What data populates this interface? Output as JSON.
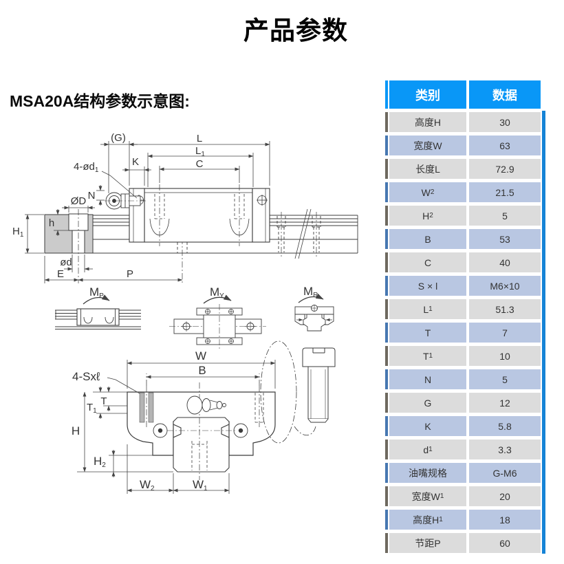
{
  "page": {
    "title": "产品参数",
    "section_heading": "MSA20A结构参数示意图:"
  },
  "table": {
    "headers": [
      "类别",
      "数据"
    ],
    "rows": [
      {
        "label": "高度H",
        "sub": "",
        "value": "30"
      },
      {
        "label": "宽度W",
        "sub": "",
        "value": "63"
      },
      {
        "label": "长度L",
        "sub": "",
        "value": "72.9"
      },
      {
        "label": "W",
        "sub": "2",
        "value": "21.5"
      },
      {
        "label": "H",
        "sub": "2",
        "value": "5"
      },
      {
        "label": "B",
        "sub": "",
        "value": "53"
      },
      {
        "label": "C",
        "sub": "",
        "value": "40"
      },
      {
        "label": "S × l",
        "sub": "",
        "value": "M6×10"
      },
      {
        "label": "L",
        "sub": "1",
        "value": "51.3"
      },
      {
        "label": "T",
        "sub": "",
        "value": "7"
      },
      {
        "label": "T",
        "sub": "1",
        "value": "10"
      },
      {
        "label": "N",
        "sub": "",
        "value": "5"
      },
      {
        "label": "G",
        "sub": "",
        "value": "12"
      },
      {
        "label": "K",
        "sub": "",
        "value": "5.8"
      },
      {
        "label": "d",
        "sub": "1",
        "value": "3.3"
      },
      {
        "label": "油嘴规格",
        "sub": "",
        "value": "G-M6"
      },
      {
        "label": "宽度W",
        "sub": "1",
        "value": "20"
      },
      {
        "label": "高度H",
        "sub": "1",
        "value": "18"
      },
      {
        "label": "节距P",
        "sub": "",
        "value": "60"
      }
    ]
  },
  "diagram": {
    "labels": {
      "g": {
        "t": "(G)",
        "s": ""
      },
      "l": {
        "t": "L",
        "s": ""
      },
      "l1": {
        "t": "L",
        "s": "1"
      },
      "c": {
        "t": "C",
        "s": ""
      },
      "k": {
        "t": "K",
        "s": ""
      },
      "d1": {
        "t": "4-ød",
        "s": "1"
      },
      "od": {
        "t": "ØD",
        "s": ""
      },
      "n": {
        "t": "N",
        "s": ""
      },
      "h": {
        "t": "h",
        "s": ""
      },
      "h1": {
        "t": "H",
        "s": "1"
      },
      "odl": {
        "t": "ød",
        "s": ""
      },
      "e": {
        "t": "E",
        "s": ""
      },
      "p": {
        "t": "P",
        "s": ""
      },
      "mp": {
        "t": "M",
        "s": "P"
      },
      "my": {
        "t": "M",
        "s": "Y"
      },
      "mr": {
        "t": "M",
        "s": "R"
      },
      "w": {
        "t": "W",
        "s": ""
      },
      "b": {
        "t": "B",
        "s": ""
      },
      "sxl": {
        "t": "4-Sxℓ",
        "s": ""
      },
      "t1": {
        "t": "T",
        "s": "1"
      },
      "t": {
        "t": "T",
        "s": ""
      },
      "hh": {
        "t": "H",
        "s": ""
      },
      "h2": {
        "t": "H",
        "s": "2"
      },
      "w2": {
        "t": "W",
        "s": "2"
      },
      "w1": {
        "t": "W",
        "s": "1"
      }
    }
  },
  "colors": {
    "header_bg": "#0997f7",
    "row_gray": "#dcdcdc",
    "row_blue": "#b9c7e2",
    "bar_gray": "#6e695f",
    "bar_blue": "#4677b1",
    "right_strip": "#1583d6",
    "line": "#3b3b3b"
  }
}
